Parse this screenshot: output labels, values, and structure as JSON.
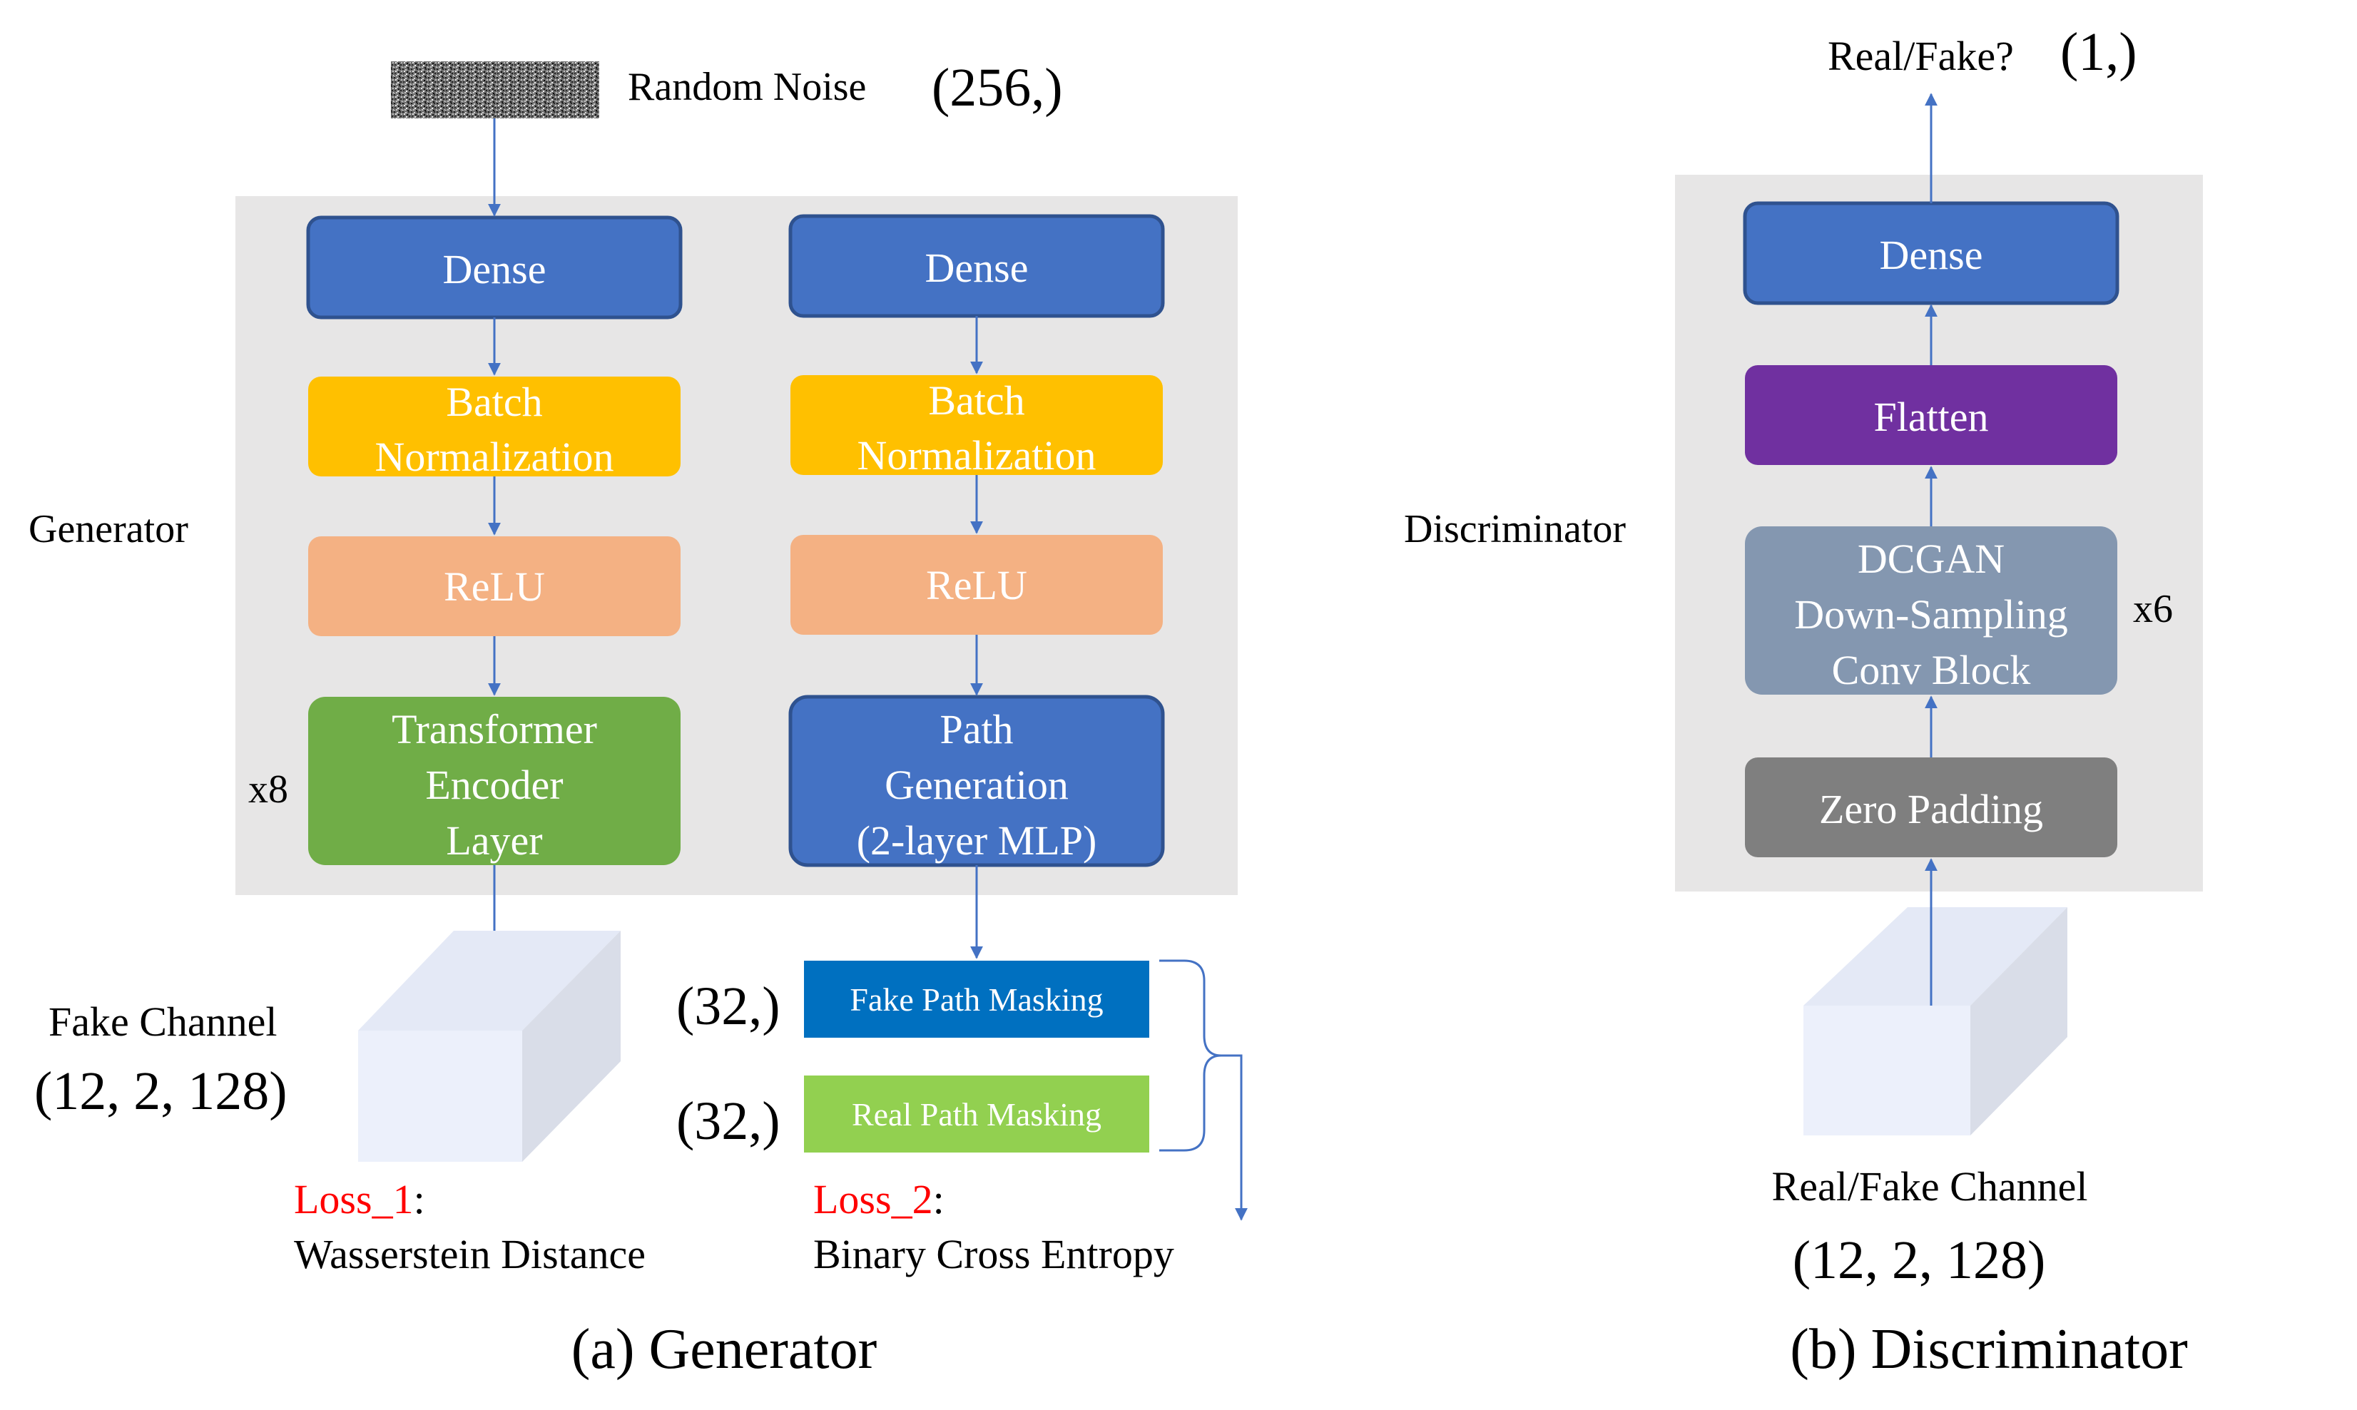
{
  "generator": {
    "input_label": "Random Noise",
    "input_shape": "(256,)",
    "side_label": "Generator",
    "left_branch": {
      "dense": "Dense",
      "batchnorm_line1": "Batch",
      "batchnorm_line2": "Normalization",
      "relu": "ReLU",
      "transformer_line1": "Transformer",
      "transformer_line2": "Encoder",
      "transformer_line3": "Layer",
      "repeat": "x8"
    },
    "right_branch": {
      "dense": "Dense",
      "batchnorm_line1": "Batch",
      "batchnorm_line2": "Normalization",
      "relu": "ReLU",
      "path_line1": "Path",
      "path_line2": "Generation",
      "path_line3": "(2-layer MLP)"
    },
    "output": {
      "channel_label": "Fake Channel",
      "channel_shape": "(12, 2, 128)",
      "fake_mask_label": "Fake Path Masking",
      "fake_mask_shape": "(32,)",
      "real_mask_label": "Real Path Masking",
      "real_mask_shape": "(32,)"
    },
    "loss1": {
      "name": "Loss_1",
      "colon": ":",
      "desc": "Wasserstein Distance"
    },
    "loss2": {
      "name": "Loss_2",
      "colon": ":",
      "desc": "Binary Cross Entropy"
    },
    "caption": "(a) Generator"
  },
  "discriminator": {
    "output_label": "Real/Fake?",
    "output_shape": "(1,)",
    "side_label": "Discriminator",
    "dense": "Dense",
    "flatten": "Flatten",
    "dcgan_line1": "DCGAN",
    "dcgan_line2": "Down-Sampling",
    "dcgan_line3": "Conv Block",
    "repeat": "x6",
    "zero_padding": "Zero Padding",
    "input_label": "Real/Fake Channel",
    "input_shape": "(12, 2, 128)",
    "caption": "(b) Discriminator"
  },
  "colors": {
    "panel": "#e7e6e6",
    "dense": "#4472c4",
    "batchnorm": "#ffc000",
    "relu": "#f4b183",
    "transformer": "#70ad47",
    "flatten": "#7030a0",
    "dcgan": "#8497b0",
    "zero_padding": "#7f7f7f",
    "fake_mask": "#0070c0",
    "real_mask": "#92d050",
    "loss": "#ff0000",
    "arrow": "#4472c4"
  }
}
